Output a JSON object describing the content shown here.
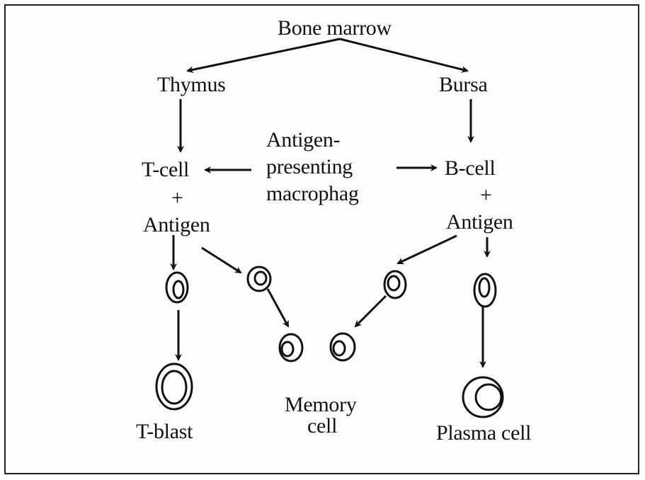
{
  "labels": {
    "bone_marrow": "Bone marrow",
    "thymus": "Thymus",
    "bursa": "Bursa",
    "apc_line1": "Antigen-",
    "apc_line2": "presenting",
    "apc_line3": "macrophag",
    "t_cell": "T-cell",
    "b_cell": "B-cell",
    "plus_left": "+",
    "plus_right": "+",
    "antigen_left": "Antigen",
    "antigen_right": "Antigen",
    "t_blast": "T-blast",
    "memory_line1": "Memory",
    "memory_line2": "cell",
    "plasma_cell": "Plasma cell"
  }
}
